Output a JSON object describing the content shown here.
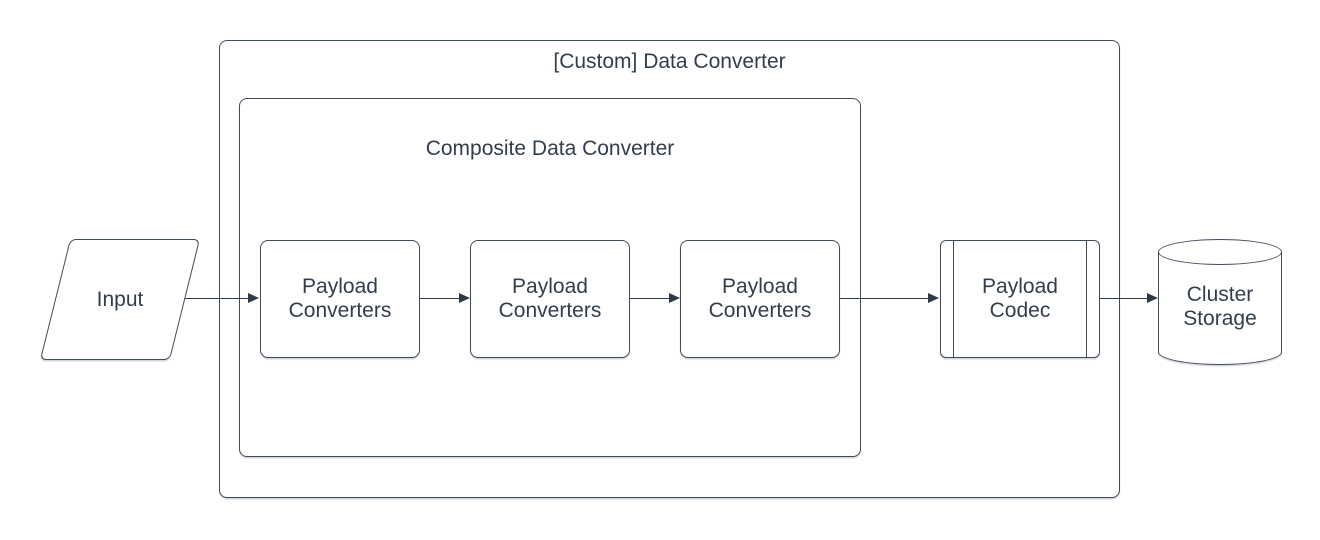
{
  "diagram": {
    "containers": {
      "custom": {
        "label": "[Custom] Data Converter"
      },
      "composite": {
        "label": "Composite Data Converter"
      }
    },
    "nodes": {
      "input": {
        "label": "Input",
        "shape": "parallelogram"
      },
      "payload_converters": [
        {
          "line1": "Payload",
          "line2": "Converters",
          "shape": "rounded-rectangle"
        },
        {
          "line1": "Payload",
          "line2": "Converters",
          "shape": "rounded-rectangle"
        },
        {
          "line1": "Payload",
          "line2": "Converters",
          "shape": "rounded-rectangle"
        }
      ],
      "payload_codec": {
        "line1": "Payload",
        "line2": "Codec",
        "shape": "predefined-process"
      },
      "cluster_storage": {
        "line1": "Cluster",
        "line2": "Storage",
        "shape": "cylinder"
      }
    },
    "edges": [
      {
        "from": "Input",
        "to": "Payload Converters 1"
      },
      {
        "from": "Payload Converters 1",
        "to": "Payload Converters 2"
      },
      {
        "from": "Payload Converters 2",
        "to": "Payload Converters 3"
      },
      {
        "from": "Payload Converters 3",
        "to": "Payload Codec"
      },
      {
        "from": "Payload Codec",
        "to": "Cluster Storage"
      }
    ]
  },
  "colors": {
    "background": "#ffffff",
    "stroke": "#424d5c",
    "text": "#333e4d",
    "arrow": "#2f3947"
  }
}
